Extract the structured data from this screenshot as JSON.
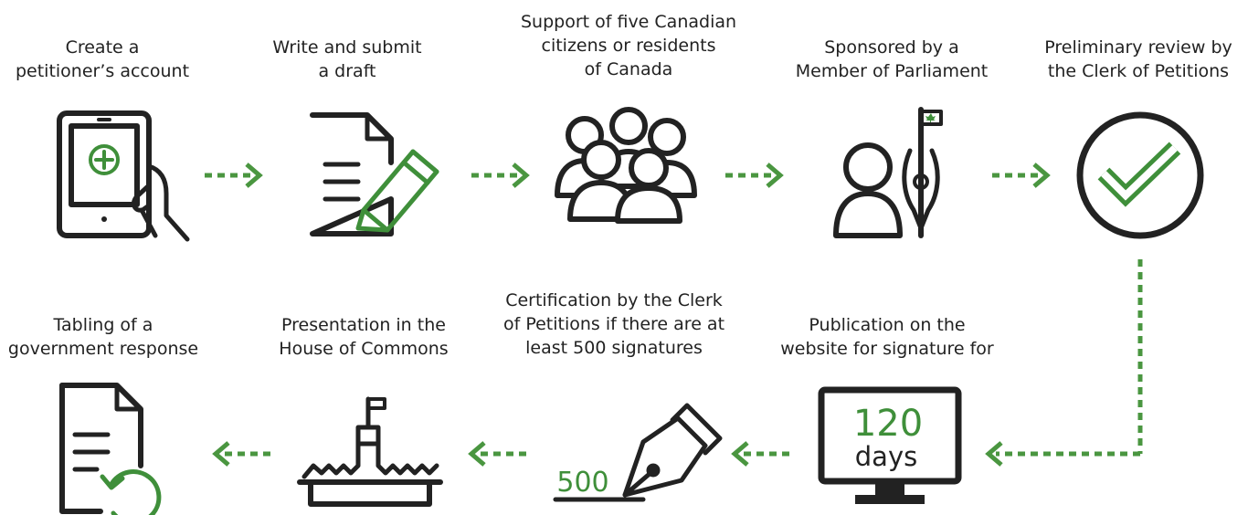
{
  "steps": [
    {
      "label": [
        "Create a",
        "petitioner’s account"
      ],
      "icon": "tablet-add-icon"
    },
    {
      "label": [
        "Write and submit",
        "a draft"
      ],
      "icon": "document-pencil-icon"
    },
    {
      "label": [
        "Support of five Canadian",
        "citizens or residents",
        "of Canada"
      ],
      "icon": "people-group-icon"
    },
    {
      "label": [
        "Sponsored by a",
        "Member of Parliament"
      ],
      "icon": "member-with-flag-icon"
    },
    {
      "label": [
        "Preliminary review by",
        "the Clerk of Petitions"
      ],
      "icon": "checkmark-circle-icon"
    },
    {
      "label": [
        "Publication on the",
        "website for signature for"
      ],
      "icon": "monitor-days-icon"
    },
    {
      "label": [
        "Certification by the Clerk",
        "of Petitions if there are at",
        "least 500 signatures"
      ],
      "icon": "fountain-pen-icon"
    },
    {
      "label": [
        "Presentation in the",
        "House of Commons"
      ],
      "icon": "parliament-building-icon"
    },
    {
      "label": [
        "Tabling of a",
        "government response"
      ],
      "icon": "document-refresh-icon"
    }
  ],
  "monitor": {
    "number": "120",
    "unit": "days"
  },
  "signature_count": "500",
  "colors": {
    "accent": "#3f8f3a",
    "ink": "#222222",
    "arrow": "#4a9640"
  }
}
